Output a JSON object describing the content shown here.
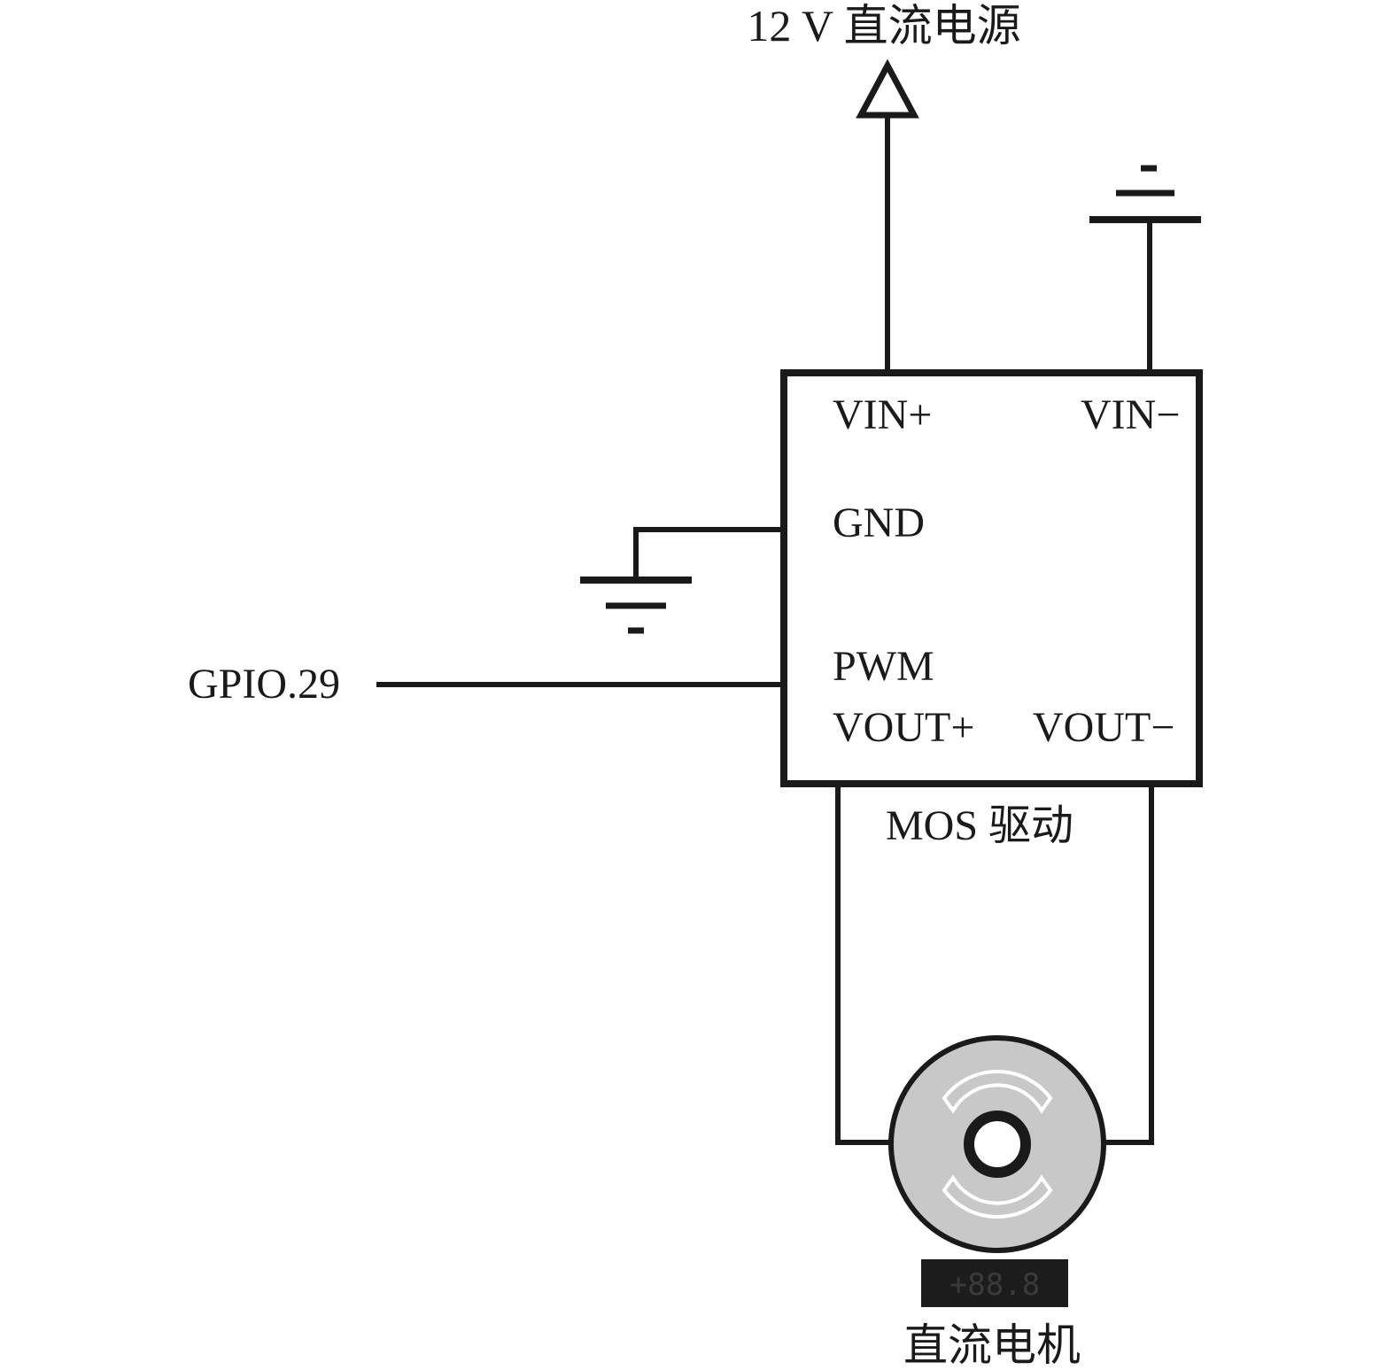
{
  "power_supply": {
    "label": "12 V 直流电源"
  },
  "mos_driver": {
    "caption": "MOS 驱动",
    "pins": {
      "vin_plus": "VIN+",
      "vin_minus": "VIN−",
      "gnd": "GND",
      "pwm": "PWM",
      "vout_plus": "VOUT+",
      "vout_minus": "VOUT−"
    }
  },
  "gpio": {
    "label": "GPIO.29"
  },
  "motor": {
    "label": "直流电机",
    "display_text": "+88.8"
  },
  "colors": {
    "line": "#1a1a1a",
    "motor_body": "#c8c8c8",
    "display_bg": "#1c1c1c",
    "display_text": "#3a3a3a"
  }
}
